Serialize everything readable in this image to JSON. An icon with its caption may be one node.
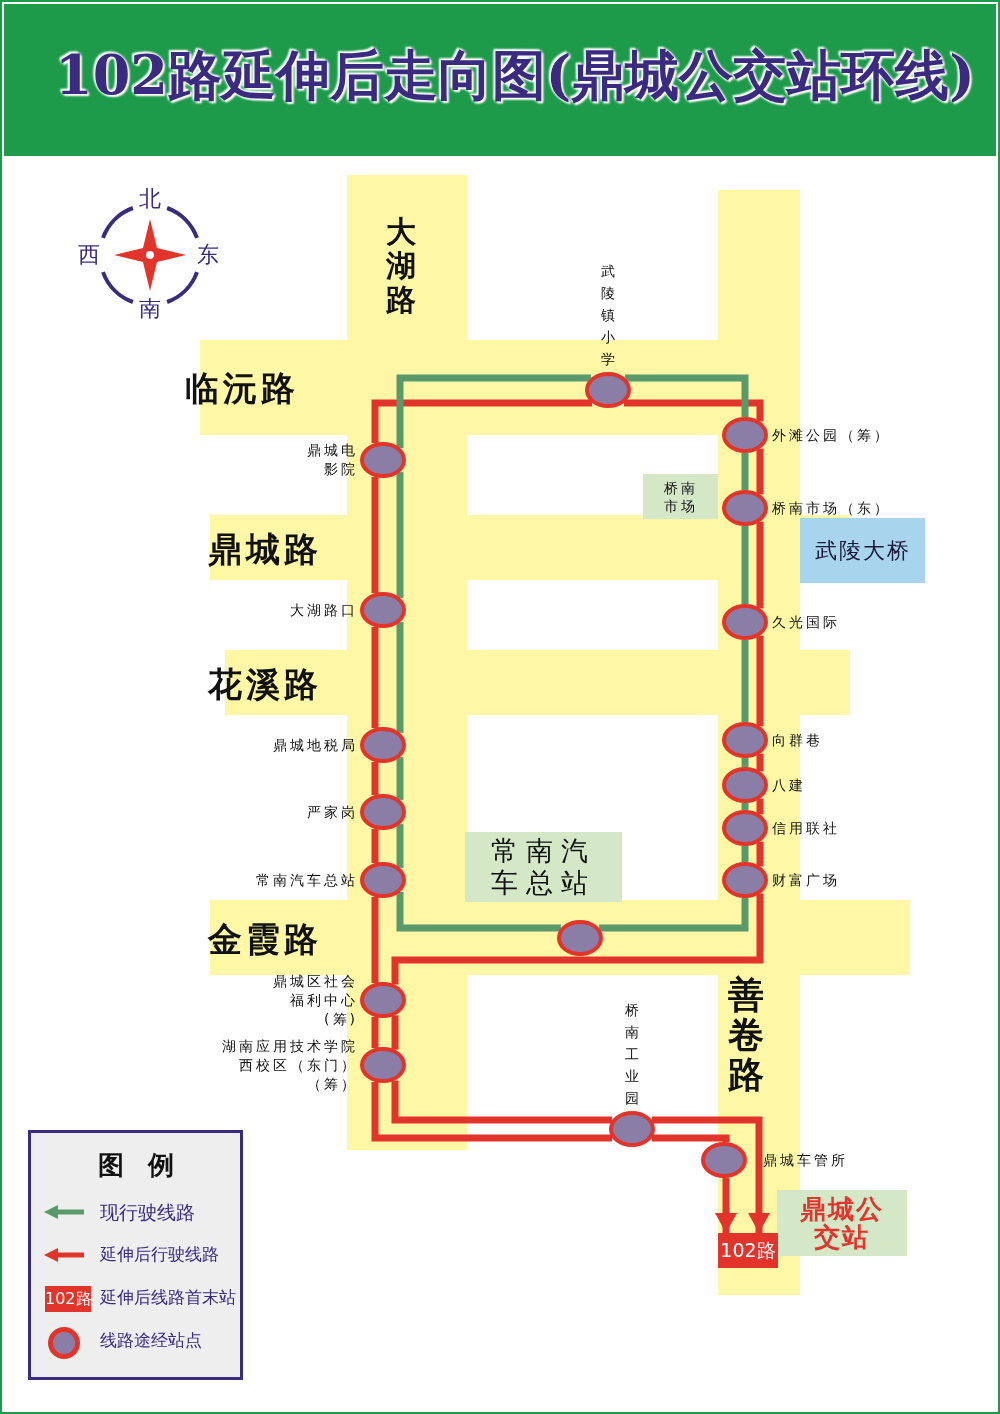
{
  "diagram": {
    "title": "102路延伸后走向图(鼎城公交站环线)",
    "nodes": [
      {
        "text": [
          "武陵大桥"
        ]
      },
      {
        "text": [
          "桥南市场"
        ]
      },
      {
        "text": [
          "常南汽车总站"
        ]
      },
      {
        "text": [
          "鼎城公交站"
        ]
      },
      {
        "text": [
          "102路"
        ]
      },
      {
        "text": [],
        "shape": "circle",
        "beside": [
          "武陵镇小学"
        ]
      },
      {
        "text": [],
        "shape": "circle",
        "beside": [
          "鼎城电影院"
        ]
      },
      {
        "text": [],
        "shape": "circle",
        "beside": [
          "外滩公园（筹）"
        ]
      },
      {
        "text": [],
        "shape": "circle",
        "beside": [
          "桥南市场（东）"
        ]
      },
      {
        "text": [],
        "shape": "circle",
        "beside": [
          "大湖路口"
        ]
      },
      {
        "text": [],
        "shape": "circle",
        "beside": [
          "久光国际"
        ]
      },
      {
        "text": [],
        "shape": "circle",
        "beside": [
          "向群巷"
        ]
      },
      {
        "text": [],
        "shape": "circle",
        "beside": [
          "鼎城地税局"
        ]
      },
      {
        "text": [],
        "shape": "circle",
        "beside": [
          "八建"
        ]
      },
      {
        "text": [],
        "shape": "circle",
        "beside": [
          "严家岗"
        ]
      },
      {
        "text": [],
        "shape": "circle",
        "beside": [
          "信用联社"
        ]
      },
      {
        "text": [],
        "shape": "circle",
        "beside": [
          "常南汽车总站"
        ]
      },
      {
        "text": [],
        "shape": "circle",
        "beside": [
          "财富广场"
        ]
      },
      {
        "text": [],
        "shape": "circle"
      },
      {
        "text": [],
        "shape": "circle",
        "beside": [
          "鼎城区社会福利中心(筹)"
        ]
      },
      {
        "text": [],
        "shape": "circle",
        "beside": [
          "湖南应用技术学院西校区（东门）（筹）"
        ]
      },
      {
        "text": [],
        "shape": "circle",
        "beside": [
          "桥南工业园"
        ]
      },
      {
        "text": [],
        "shape": "circle",
        "beside": [
          "鼎城车管所"
        ]
      }
    ],
    "edges": [
      {
        "from": 5,
        "to": 7,
        "arrow": "none"
      },
      {
        "from": 7,
        "to": 8,
        "arrow": "none"
      },
      {
        "from": 8,
        "to": 10,
        "arrow": "none"
      },
      {
        "from": 10,
        "to": 11,
        "arrow": "none"
      },
      {
        "from": 11,
        "to": 13,
        "arrow": "none"
      },
      {
        "from": 13,
        "to": 15,
        "arrow": "none"
      },
      {
        "from": 15,
        "to": 17,
        "arrow": "none"
      },
      {
        "from": 17,
        "to": 19,
        "arrow": "none"
      },
      {
        "from": 19,
        "to": 20,
        "arrow": "none"
      },
      {
        "from": 20,
        "to": 21,
        "arrow": "none"
      },
      {
        "from": 21,
        "to": 4,
        "arrow": "to"
      },
      {
        "from": 6,
        "to": 5,
        "arrow": "none"
      },
      {
        "from": 9,
        "to": 6,
        "arrow": "none"
      },
      {
        "from": 12,
        "to": 9,
        "arrow": "none"
      },
      {
        "from": 14,
        "to": 12,
        "arrow": "none"
      },
      {
        "from": 16,
        "to": 14,
        "arrow": "none"
      },
      {
        "from": 19,
        "to": 16,
        "arrow": "none"
      },
      {
        "from": 20,
        "to": 19,
        "arrow": "none"
      },
      {
        "from": 21,
        "to": 20,
        "arrow": "none"
      },
      {
        "from": 22,
        "to": 21,
        "arrow": "none"
      },
      {
        "from": 22,
        "to": 4,
        "arrow": "to"
      },
      {
        "from": 5,
        "to": 7,
        "arrow": "none",
        "color": "#5a9a6a"
      },
      {
        "from": 7,
        "to": 8,
        "arrow": "none",
        "color": "#5a9a6a"
      },
      {
        "from": 8,
        "to": 10,
        "arrow": "none",
        "color": "#5a9a6a"
      },
      {
        "from": 10,
        "to": 11,
        "arrow": "none",
        "color": "#5a9a6a"
      },
      {
        "from": 11,
        "to": 13,
        "arrow": "none",
        "color": "#5a9a6a"
      },
      {
        "from": 13,
        "to": 15,
        "arrow": "none",
        "color": "#5a9a6a"
      },
      {
        "from": 15,
        "to": 17,
        "arrow": "none",
        "color": "#5a9a6a"
      },
      {
        "from": 17,
        "to": 18,
        "arrow": "none",
        "color": "#5a9a6a"
      },
      {
        "from": 18,
        "to": 16,
        "arrow": "none",
        "color": "#5a9a6a"
      },
      {
        "from": 16,
        "to": 14,
        "arrow": "none",
        "color": "#5a9a6a"
      },
      {
        "from": 14,
        "to": 12,
        "arrow": "none",
        "color": "#5a9a6a"
      },
      {
        "from": 12,
        "to": 9,
        "arrow": "none",
        "color": "#5a9a6a"
      },
      {
        "from": 9,
        "to": 6,
        "arrow": "none",
        "color": "#5a9a6a"
      },
      {
        "from": 6,
        "to": 5,
        "arrow": "none",
        "color": "#5a9a6a"
      }
    ],
    "labels": [
      "北",
      "西",
      "东",
      "南",
      "大湖路",
      "临沅路",
      "鼎城路",
      "花溪路",
      "金霞路",
      "善卷路",
      "图例",
      "102路"
    ],
    "legend": [
      {
        "text": "现行驶线路"
      },
      {
        "text": "延伸后行驶线路"
      },
      {
        "text": "延伸后线路首末站",
        "color": "#e3342b"
      },
      {
        "text": "线路途经站点"
      }
    ]
  }
}
